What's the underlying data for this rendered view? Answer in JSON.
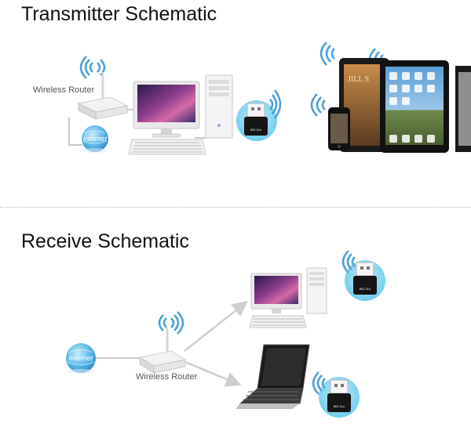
{
  "transmitter": {
    "title": "Transmitter Schematic",
    "router_label": "Wireless Router",
    "internet_label": "Internet",
    "dongle_label": "802.11n"
  },
  "receive": {
    "title": "Receive Schematic",
    "router_label": "Wireless Router",
    "internet_label": "Internet",
    "dongle_label": "802.11n"
  },
  "colors": {
    "wifi_blue": "#4a9fd8",
    "dongle_circle": "#7fd3ee",
    "globe": "#5bb8e6",
    "arrow": "#cfcfcf",
    "divider": "#b9b9b9"
  },
  "icons": [
    "wifi-waves-icon",
    "router-icon",
    "globe-icon",
    "monitor-icon",
    "tower-pc-icon",
    "keyboard-icon",
    "usb-dongle-icon",
    "laptop-icon",
    "tablet-icon",
    "phone-icon",
    "arrow-icon"
  ]
}
